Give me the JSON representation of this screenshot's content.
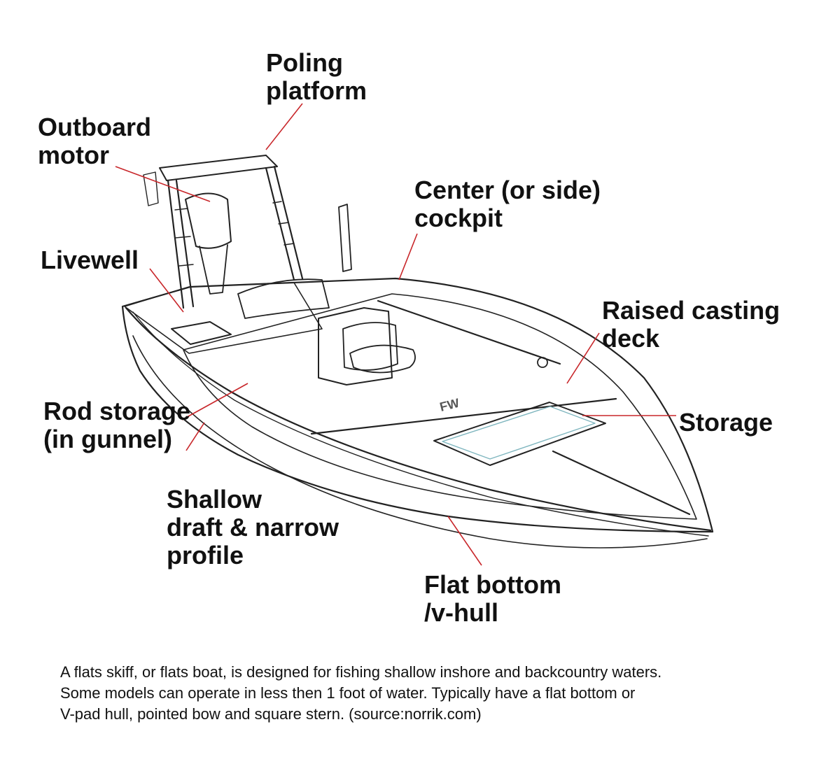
{
  "colors": {
    "leader_line": "#c8262a",
    "outline": "#222222",
    "accent_teal": "#7fb6bf",
    "text": "#111111"
  },
  "labels": {
    "poling_platform": [
      "Poling",
      "platform"
    ],
    "outboard_motor": [
      "Outboard",
      "motor"
    ],
    "center_cockpit": [
      "Center (or side)",
      "cockpit"
    ],
    "livewell": [
      "Livewell"
    ],
    "raised_casting_deck": [
      "Raised casting",
      "deck"
    ],
    "rod_storage": [
      "Rod storage",
      "(in gunnel)"
    ],
    "storage": [
      "Storage"
    ],
    "shallow_draft": [
      "Shallow",
      "draft & narrow",
      "profile"
    ],
    "flat_bottom": [
      "Flat bottom",
      "/v-hull"
    ]
  },
  "caption": [
    "A flats skiff, or flats boat, is designed for fishing shallow inshore and backcountry waters.",
    "Some models can operate in less then 1 foot of water. Typically have a flat bottom or",
    "V-pad hull, pointed bow and square stern. (source:norrik.com)"
  ],
  "boat_illustration": {
    "icon": "flats-skiff-illustration",
    "decal_text": "FW"
  }
}
